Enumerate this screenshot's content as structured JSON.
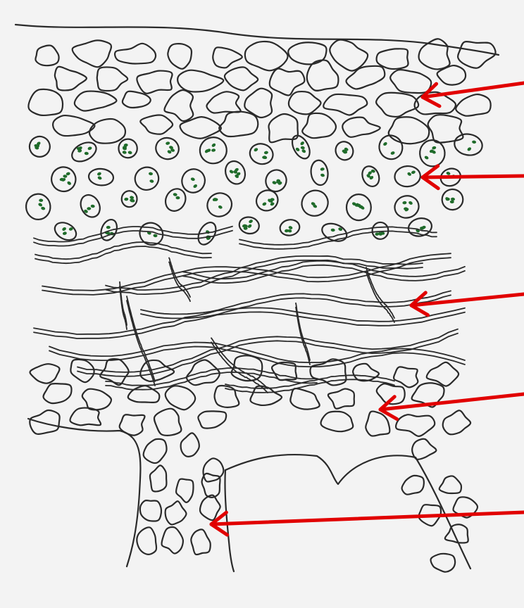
{
  "figure": {
    "type": "hand-drawn cross-section",
    "colors": {
      "paper": "#f3f3f3",
      "ink": "#2a2a2a",
      "chloroplast": "#1f6b2a",
      "arrow": "#e10000"
    },
    "layers": [
      {
        "id": "upper-cortex",
        "cell_style": "irregular cells"
      },
      {
        "id": "algal-layer",
        "cell_style": "round cells with green chloroplasts"
      },
      {
        "id": "medulla",
        "cell_style": "interwoven hyphae"
      },
      {
        "id": "lower-cortex",
        "cell_style": "irregular cells"
      },
      {
        "id": "rhizine",
        "cell_style": "irregular cells in stalk"
      }
    ],
    "label_arrows": [
      {
        "points_to": "upper-cortex",
        "label": ""
      },
      {
        "points_to": "algal-layer",
        "label": ""
      },
      {
        "points_to": "medulla",
        "label": ""
      },
      {
        "points_to": "lower-cortex",
        "label": ""
      },
      {
        "points_to": "rhizine",
        "label": ""
      }
    ]
  }
}
